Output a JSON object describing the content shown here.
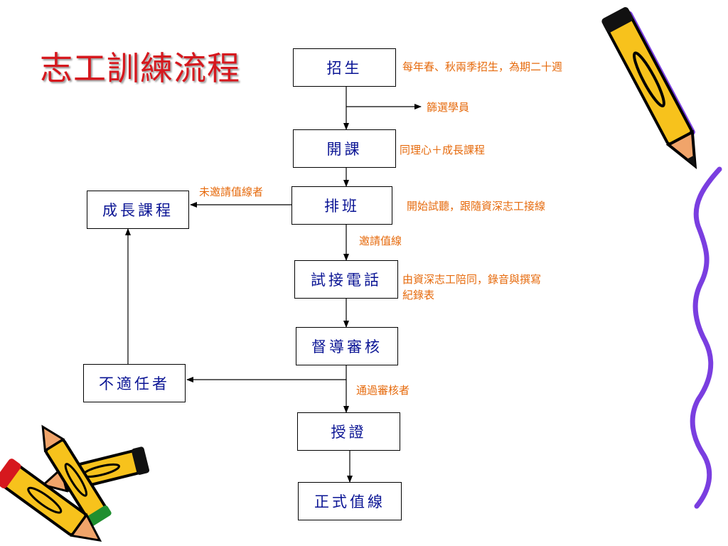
{
  "title": "志工訓練流程",
  "nodes": {
    "recruit": "招生",
    "course_open": "開課",
    "scheduling": "排班",
    "trial_call": "試接電話",
    "supervision": "督導審核",
    "certify": "授證",
    "official_duty": "正式值線",
    "growth_course": "成長課程",
    "unsuitable": "不適任者"
  },
  "notes": {
    "recruit": "每年春、秋兩季招生，為期二十週",
    "screening": "篩選學員",
    "course_open": "同理心＋成長課程",
    "not_invited": "未邀請值線者",
    "scheduling": "開始試聽，跟隨資深志工接線",
    "invited": "邀請值線",
    "trial_call_line1": "由資深志工陪同，錄音與撰寫",
    "trial_call_line2": "紀錄表",
    "passed": "通過審核者"
  },
  "colors": {
    "title": "#d6181e",
    "node_text": "#0a1494",
    "note_text": "#e66a0c",
    "pencil_body": "#f7c21c",
    "pencil_shadow": "#7a3ee0",
    "squiggle": "#7a3ee0"
  },
  "icons": [
    "pencil-icon",
    "pencil-pile-icon",
    "squiggle-line"
  ]
}
